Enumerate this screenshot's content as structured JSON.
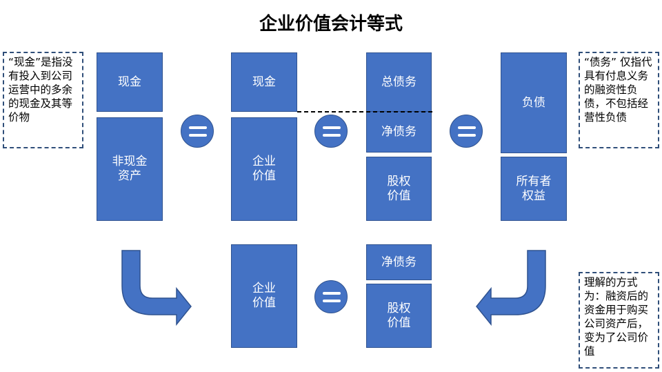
{
  "title": "企业价值会计等式",
  "colors": {
    "box": "#4472C4",
    "box_border": "#2F528F",
    "note_border": "#2F4E79",
    "background": "#FFFFFF"
  },
  "notes": {
    "cash": "“现金”是指没有投入到公司运营中的多余的现金及其等价物",
    "debt": "“债务” 仅指代具有付息义务的融资性负债，不包括经营性负债",
    "understanding": "理解的方式为：融资后的资金用于购买公司资产后，变为了公司价值"
  },
  "col1": {
    "cash": "现金",
    "noncash_assets": "非现金\n资产"
  },
  "col2": {
    "cash": "现金",
    "enterprise_value": "企业\n价值"
  },
  "col3": {
    "total_debt": "总债务",
    "net_debt": "净债务",
    "equity_value": "股权\n价值"
  },
  "col4": {
    "liabilities": "负债",
    "owners_equity": "所有者\n权益"
  },
  "bottom": {
    "enterprise_value": "企业\n价值",
    "net_debt": "净债务",
    "equity_value": "股权\n价值"
  },
  "icons": {
    "equals": "equals-icon",
    "arrow_left": "bent-arrow-down-right-icon",
    "arrow_right": "bent-arrow-down-left-icon"
  }
}
